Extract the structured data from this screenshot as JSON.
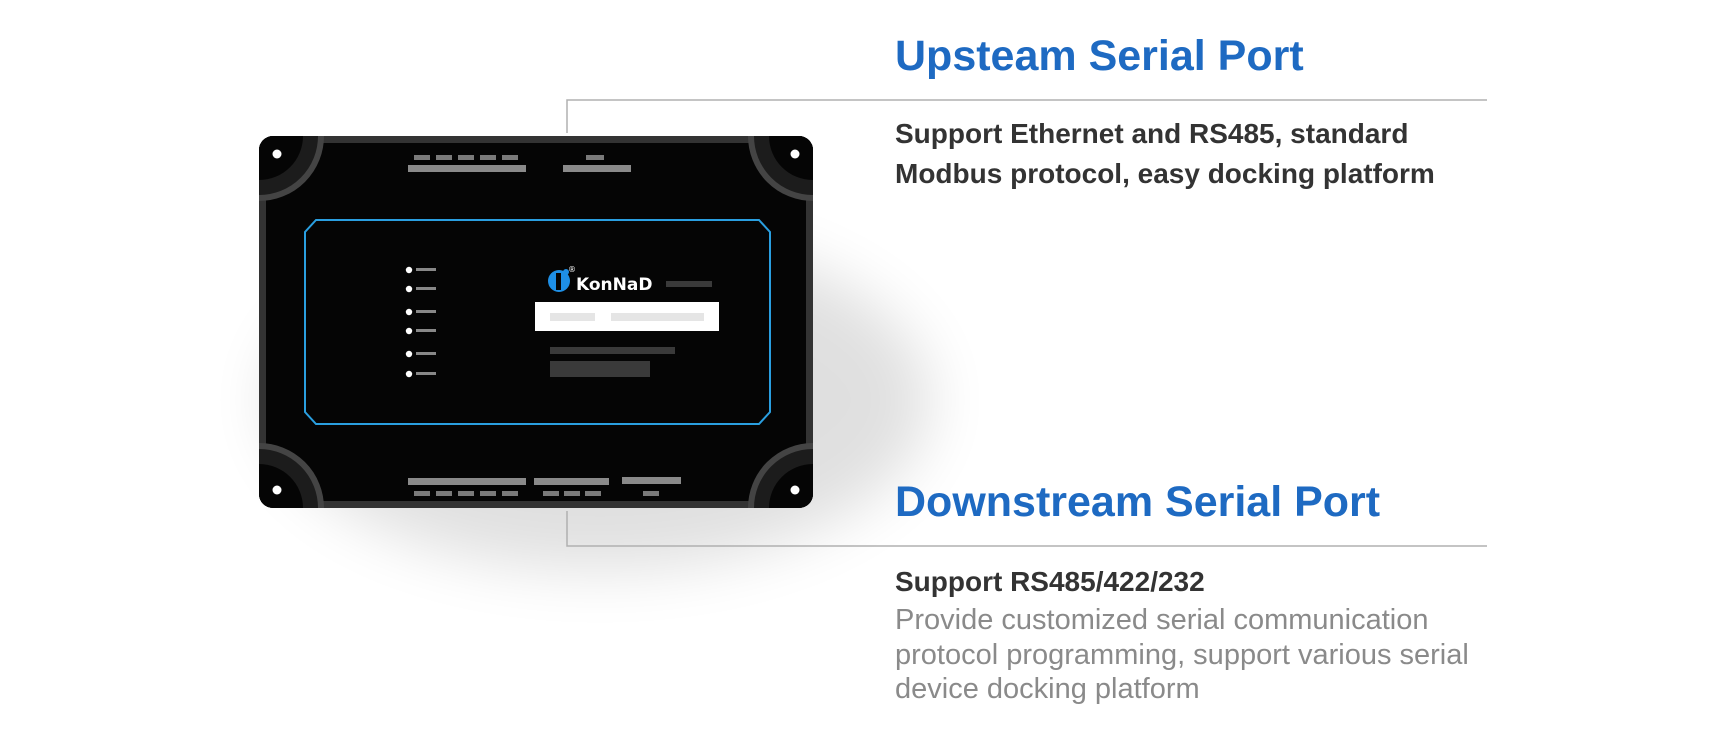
{
  "device": {
    "brand": "KonNaD",
    "registered_mark": "®",
    "body_color": "#050505",
    "frame_color": "#333333",
    "panel_border_color": "#2a9fe0",
    "logo_color": "#1e8fe6"
  },
  "upstream": {
    "title": "Upsteam Serial Port",
    "subtitle_line1": "Support Ethernet and RS485, standard",
    "subtitle_line2": "Modbus protocol, easy docking platform"
  },
  "downstream": {
    "title": "Downstream Serial Port",
    "subtitle": "Support RS485/422/232",
    "description_line1": "Provide customized serial communication",
    "description_line2": "protocol programming, support various serial",
    "description_line3": "device docking platform"
  },
  "colors": {
    "heading": "#1e6ac2",
    "subtitle": "#333333",
    "description": "#8a8a8a",
    "leader_line": "#b0b0b0"
  }
}
